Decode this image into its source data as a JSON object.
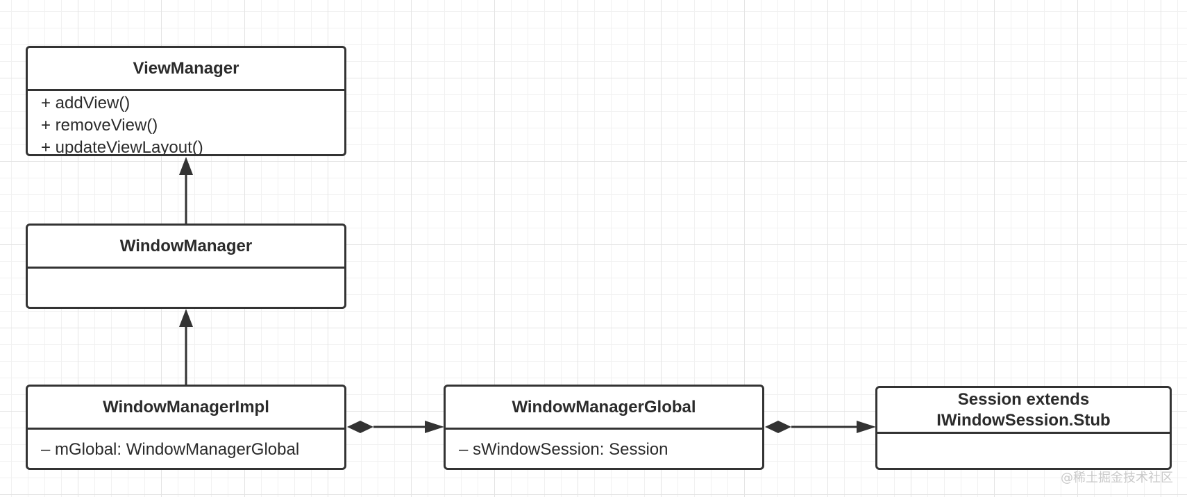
{
  "diagram": {
    "classes": {
      "view_manager": {
        "name": "ViewManager",
        "members": [
          "+ addView()",
          "+ removeView()",
          "+ updateViewLayout()"
        ]
      },
      "window_manager": {
        "name": "WindowManager",
        "members": []
      },
      "window_manager_impl": {
        "name": "WindowManagerImpl",
        "members": [
          "– mGlobal: WindowManagerGlobal"
        ]
      },
      "window_manager_global": {
        "name": "WindowManagerGlobal",
        "members": [
          "– sWindowSession: Session"
        ]
      },
      "session": {
        "name_lines": [
          "Session extends",
          "IWindowSession.Stub"
        ],
        "members": []
      }
    },
    "relations": [
      {
        "from": "window_manager",
        "to": "view_manager",
        "type": "inheritance"
      },
      {
        "from": "window_manager_impl",
        "to": "window_manager",
        "type": "inheritance"
      },
      {
        "from": "window_manager_impl",
        "to": "window_manager_global",
        "type": "composition"
      },
      {
        "from": "window_manager_global",
        "to": "session",
        "type": "composition"
      }
    ],
    "colors": {
      "line": "#333333",
      "box_fill": "#ffffff",
      "grid": "#e4e4e4"
    }
  },
  "watermark": "@稀土掘金技术社区"
}
